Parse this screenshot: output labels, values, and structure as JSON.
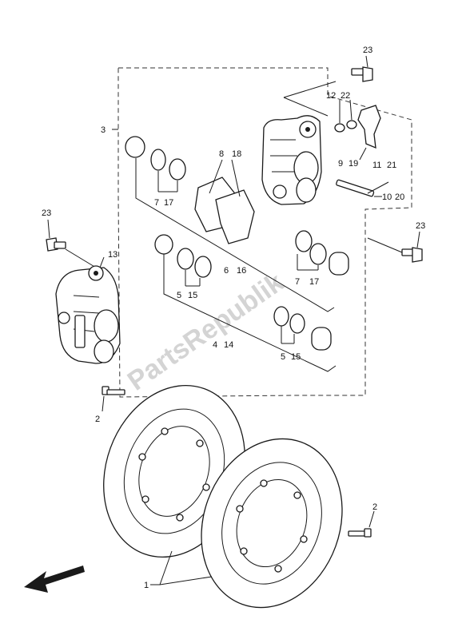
{
  "watermark": "PartsRepublik",
  "callouts": {
    "c1": "1",
    "c2a": "2",
    "c2b": "2",
    "c3": "3",
    "c4": "4",
    "c5a": "5",
    "c5b": "5",
    "c6": "6",
    "c7a": "7",
    "c7b": "7",
    "c8": "8",
    "c9": "9",
    "c10": "10",
    "c11": "11",
    "c12": "12",
    "c13": "13",
    "c14": "14",
    "c15a": "15",
    "c15b": "15",
    "c16": "16",
    "c17a": "17",
    "c17b": "17",
    "c18": "18",
    "c19": "19",
    "c20": "20",
    "c21": "21",
    "c22": "22",
    "c23a": "23",
    "c23b": "23",
    "c23c": "23"
  },
  "icons": {
    "direction": "front-direction-arrow-icon"
  }
}
